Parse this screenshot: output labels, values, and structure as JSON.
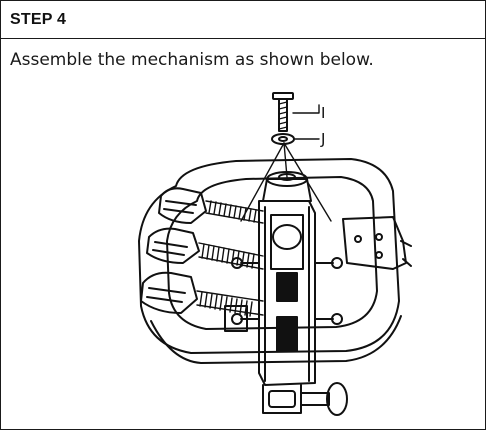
{
  "step": {
    "title": "STEP 4"
  },
  "instruction": "Assemble the mechanism as shown below.",
  "parts": [
    {
      "label": "I",
      "name": "bolt"
    },
    {
      "label": "J",
      "name": "washer"
    }
  ]
}
